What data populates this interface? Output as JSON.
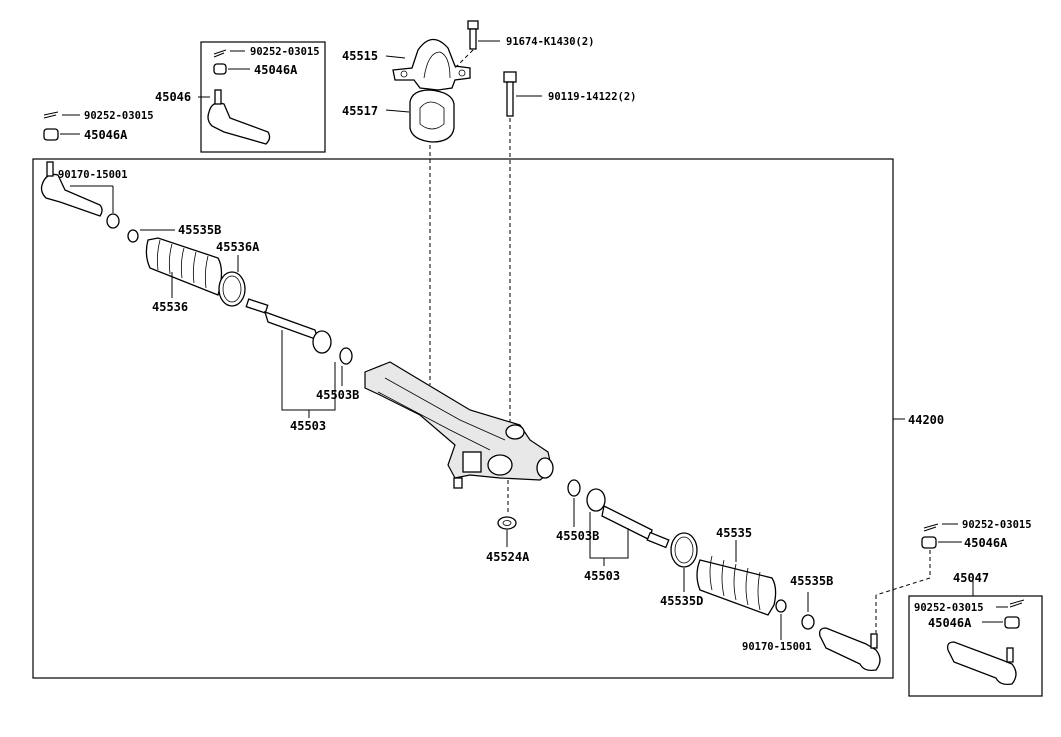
{
  "diagram": {
    "labels": {
      "assembly": "44200",
      "bracket": "45515",
      "bushing": "45517",
      "bolt_a": "91674-K1430(2)",
      "bolt_b": "90119-14122(2)",
      "tie_rod_end_set_l": "45046",
      "tie_rod_end_set_r": "45047",
      "cotter_pin_box_l": "90252-03015",
      "nut_box_l": "45046A",
      "cotter_pin_l": "90252-03015",
      "nut_l": "45046A",
      "cotter_pin_r": "90252-03015",
      "nut_r": "45046A",
      "cotter_pin_box_r": "90252-03015",
      "nut_box_r": "45046A",
      "locknut_l": "90170-15001",
      "locknut_r": "90170-15001",
      "clip_l": "45535B",
      "clip_r": "45535B",
      "boot_clamp_l": "45536A",
      "boot_l": "45536",
      "boot_r": "45535",
      "boot_clamp_r": "45535D",
      "washer_l": "45503B",
      "washer_r": "45503B",
      "tie_rod_l": "45503",
      "tie_rod_r": "45503",
      "seal_ring": "45524A"
    }
  }
}
